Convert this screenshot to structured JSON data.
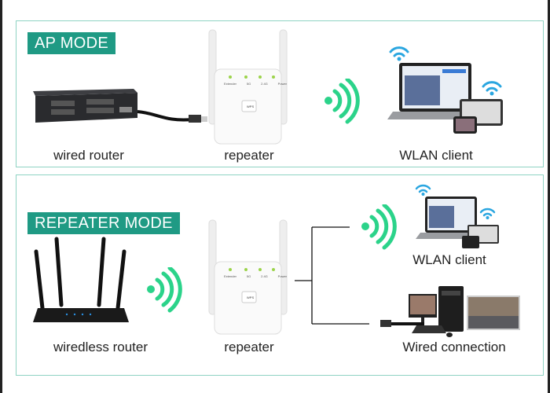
{
  "ap_mode": {
    "title": "AP MODE",
    "labels": {
      "source": "wired router",
      "repeater": "repeater",
      "client": "WLAN client"
    }
  },
  "repeater_mode": {
    "title": "REPEATER MODE",
    "labels": {
      "source": "wiredless router",
      "repeater": "repeater",
      "client": "WLAN client",
      "wired": "Wired connection"
    }
  },
  "repeater_device": {
    "leds": [
      "Extender",
      "5G",
      "2.4G",
      "Power"
    ],
    "button": "WPS"
  },
  "colors": {
    "accent": "#1f9a84",
    "border": "#8fd3c3",
    "wifi_green": "#2bd38a",
    "wifi_blue": "#2aa6e0"
  }
}
